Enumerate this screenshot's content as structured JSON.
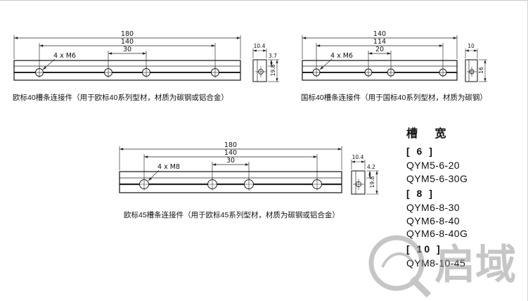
{
  "drawings": [
    {
      "caption": "欧标40槽条连接件（用于欧标40系列型材，材质为碳钢或铝合金）",
      "dims": {
        "total": "180",
        "span": "140",
        "pitch": "30",
        "thread": "4 x M6"
      },
      "side": {
        "width": "10.4",
        "step": "3.7",
        "height": "19.8"
      }
    },
    {
      "caption": "国标40槽条连接件（用于国标40系列型材，材质为碳钢）",
      "dims": {
        "total": "140",
        "span": "114",
        "pitch": "20",
        "thread": "4 x M6"
      },
      "side": {
        "width": "10",
        "height": "16"
      }
    },
    {
      "caption": "欧标45槽条连接件（用于欧标45系列型材，材质为碳钢或铝合金）",
      "dims": {
        "total": "180",
        "span": "140",
        "pitch": "30",
        "thread": "4 x M8"
      },
      "side": {
        "width": "10.4",
        "step": "4.2",
        "height": "19.8"
      }
    }
  ],
  "catalog": {
    "header": "槽 宽",
    "groups": [
      {
        "label": "[ 6 ]",
        "slot_width": "6",
        "models": [
          "QYM5-6-20",
          "QYM5-6-30G"
        ]
      },
      {
        "label": "[ 8 ]",
        "slot_width": "8",
        "models": [
          "QYM6-8-30",
          "QYM6-8-40",
          "QYM6-8-40G"
        ]
      },
      {
        "label": "[ 10 ]",
        "slot_width": "10",
        "models": [
          "QYM8-10-45"
        ]
      }
    ]
  },
  "watermark": {
    "text": "启域"
  }
}
